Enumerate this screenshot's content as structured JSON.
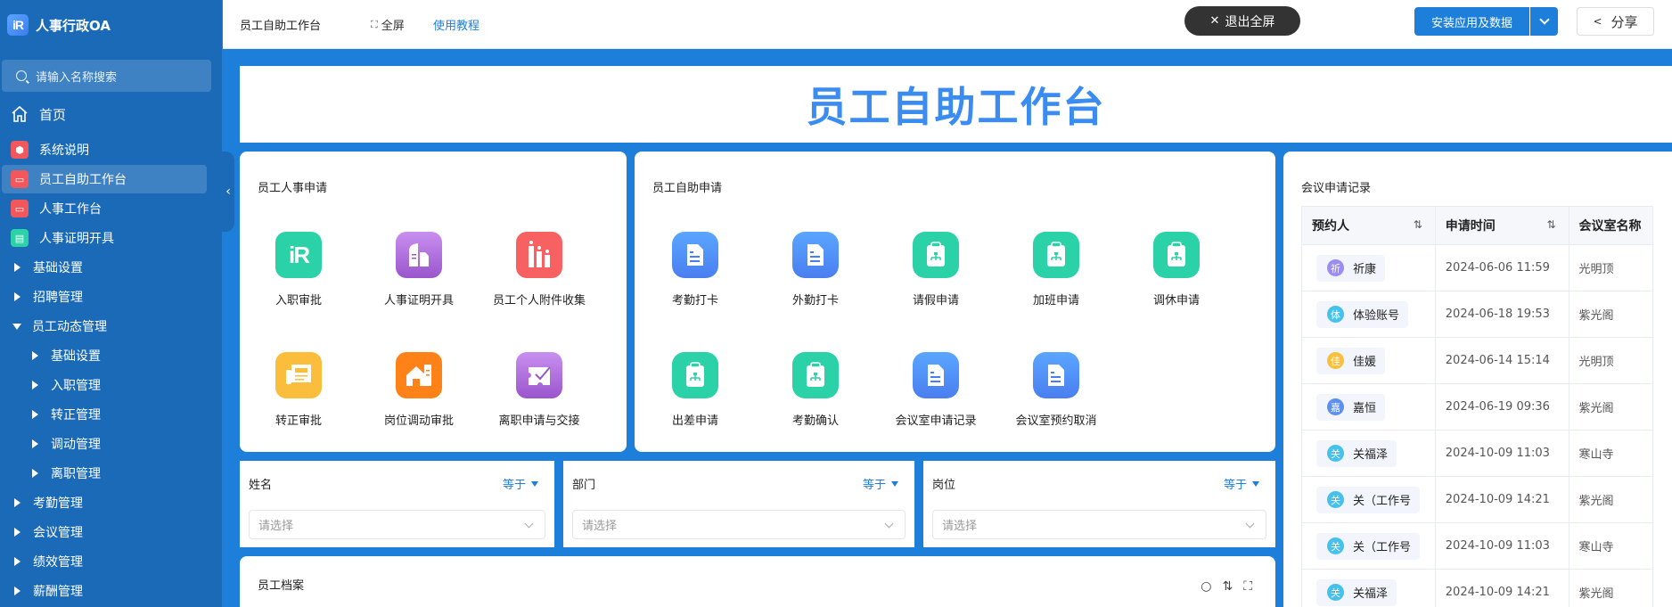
{
  "app": {
    "name": "人事行政OA",
    "logo_text": "iR"
  },
  "sidebar": {
    "search_placeholder": "请输入名称搜索",
    "home": "首页",
    "apps": [
      {
        "label": "系统说明",
        "color": "#f2575c",
        "icon": "cube-icon"
      },
      {
        "label": "员工自助工作台",
        "color": "#f2575c",
        "icon": "monitor-icon",
        "active": true
      },
      {
        "label": "人事工作台",
        "color": "#f2575c",
        "icon": "monitor-icon"
      },
      {
        "label": "人事证明开具",
        "color": "#2bd1a7",
        "icon": "clipboard-icon"
      }
    ],
    "tree": [
      {
        "label": "基础设置",
        "level": 0,
        "expanded": false
      },
      {
        "label": "招聘管理",
        "level": 0,
        "expanded": false
      },
      {
        "label": "员工动态管理",
        "level": 0,
        "expanded": true
      },
      {
        "label": "基础设置",
        "level": 1,
        "expanded": false
      },
      {
        "label": "入职管理",
        "level": 1,
        "expanded": false
      },
      {
        "label": "转正管理",
        "level": 1,
        "expanded": false
      },
      {
        "label": "调动管理",
        "level": 1,
        "expanded": false
      },
      {
        "label": "离职管理",
        "level": 1,
        "expanded": false
      },
      {
        "label": "考勤管理",
        "level": 0,
        "expanded": false
      },
      {
        "label": "会议管理",
        "level": 0,
        "expanded": false
      },
      {
        "label": "绩效管理",
        "level": 0,
        "expanded": false
      },
      {
        "label": "薪酬管理",
        "level": 0,
        "expanded": false
      }
    ]
  },
  "header": {
    "title": "员工自助工作台",
    "fullscreen": "全屏",
    "tutorial": "使用教程",
    "exit_fullscreen": "退出全屏",
    "install": "安装应用及数据",
    "share": "分享"
  },
  "banner": {
    "title": "员工自助工作台"
  },
  "hr_requests": {
    "title": "员工人事申请",
    "items": [
      {
        "label": "入职审批",
        "icon": "ir-logo-icon",
        "color": "#2bd1a7"
      },
      {
        "label": "人事证明开具",
        "icon": "building-icon",
        "color": "#a768d9"
      },
      {
        "label": "员工个人附件收集",
        "icon": "bottles-icon",
        "color": "#f76161"
      },
      {
        "label": "转正审批",
        "icon": "newspaper-icon",
        "color": "#fbbd3c"
      },
      {
        "label": "岗位调动审批",
        "icon": "house-icon",
        "color": "#ff8218"
      },
      {
        "label": "离职申请与交接",
        "icon": "puzzle-check-icon",
        "color": "#a768d9"
      }
    ]
  },
  "self_service": {
    "title": "员工自助申请",
    "items": [
      {
        "label": "考勤打卡",
        "icon": "document-icon",
        "color": "#4a8df5"
      },
      {
        "label": "外勤打卡",
        "icon": "document-icon",
        "color": "#4a8df5"
      },
      {
        "label": "请假申请",
        "icon": "org-clipboard-icon",
        "color": "#2bd1a7"
      },
      {
        "label": "加班申请",
        "icon": "org-clipboard-icon",
        "color": "#2bd1a7"
      },
      {
        "label": "调休申请",
        "icon": "org-clipboard-icon",
        "color": "#2bd1a7"
      },
      {
        "label": "出差申请",
        "icon": "org-clipboard-icon",
        "color": "#2bd1a7"
      },
      {
        "label": "考勤确认",
        "icon": "org-clipboard-icon",
        "color": "#2bd1a7"
      },
      {
        "label": "会议室申请记录",
        "icon": "document-icon",
        "color": "#4a8df5"
      },
      {
        "label": "会议室预约取消",
        "icon": "document-icon",
        "color": "#4a8df5"
      }
    ]
  },
  "filters": [
    {
      "label": "姓名",
      "operator": "等于",
      "placeholder": "请选择"
    },
    {
      "label": "部门",
      "operator": "等于",
      "placeholder": "请选择"
    },
    {
      "label": "岗位",
      "operator": "等于",
      "placeholder": "请选择"
    }
  ],
  "archive": {
    "title": "员工档案"
  },
  "meetings": {
    "title": "会议申请记录",
    "columns": [
      "预约人",
      "申请时间",
      "会议室名称"
    ],
    "rows": [
      {
        "initial": "祈",
        "name": "祈康",
        "color": "#9b8cf0",
        "time": "2024-06-06 11:59",
        "room": "光明顶"
      },
      {
        "initial": "体",
        "name": "体验账号",
        "color": "#45c1ec",
        "time": "2024-06-18 19:53",
        "room": "紫光阁"
      },
      {
        "initial": "佳",
        "name": "佳媛",
        "color": "#f8c03c",
        "time": "2024-06-14 15:14",
        "room": "光明顶"
      },
      {
        "initial": "嘉",
        "name": "嘉恒",
        "color": "#5b8ff0",
        "time": "2024-06-19 09:36",
        "room": "紫光阁"
      },
      {
        "initial": "关",
        "name": "关福泽",
        "color": "#45c1ec",
        "time": "2024-10-09 11:03",
        "room": "寒山寺"
      },
      {
        "initial": "关",
        "name": "关（工作号",
        "color": "#45c1ec",
        "time": "2024-10-09 14:21",
        "room": "紫光阁"
      },
      {
        "initial": "关",
        "name": "关（工作号",
        "color": "#45c1ec",
        "time": "2024-10-09 11:03",
        "room": "寒山寺"
      },
      {
        "initial": "关",
        "name": "关福泽",
        "color": "#45c1ec",
        "time": "2024-10-09 14:21",
        "room": "紫光阁"
      }
    ]
  },
  "colors": {
    "primary": "#1e7fdb",
    "sidebar": "#1b6ab8",
    "banner_text": "#3b8cf0"
  }
}
